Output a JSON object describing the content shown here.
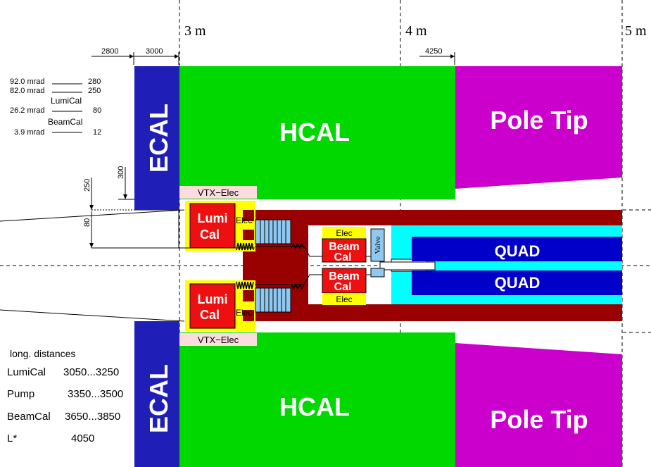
{
  "scale": {
    "m3": "3 m",
    "m4": "4 m",
    "m5": "5 m"
  },
  "dims": {
    "d2800": "2800",
    "d3000": "3000",
    "d4250": "4250",
    "d300": "300",
    "d250": "250",
    "d80": "80"
  },
  "angles": {
    "a1_mrad": "92.0 mrad",
    "a1_val": "280",
    "a2_mrad": "82.0 mrad",
    "a2_val": "250",
    "lumical": "LumiCal",
    "a3_mrad": "26.2 mrad",
    "a3_val": "80",
    "beamcal": "BeamCal",
    "a4_mrad": "3.9 mrad",
    "a4_val": "12"
  },
  "blocks": {
    "ecal": "ECAL",
    "hcal": "HCAL",
    "pole_tip": "Pole Tip",
    "vtx_elec": "VTX−Elec",
    "lumi": "Lumi",
    "cal": "Cal",
    "elec": "Elec",
    "beam": "Beam",
    "valve": "Valve",
    "quad": "QUAD"
  },
  "distances": {
    "title": "long. distances",
    "rows": [
      {
        "label": "LumiCal",
        "value": "3050...3250"
      },
      {
        "label": "Pump",
        "value": "3350...3500"
      },
      {
        "label": "BeamCal",
        "value": "3650...3850"
      },
      {
        "label": "L*",
        "value": "4050"
      }
    ]
  },
  "colors": {
    "ecal": "#1f1fb8",
    "hcal": "#00d800",
    "pole_tip": "#cc00cc",
    "lumical": "#ee1010",
    "elec": "#ffff00",
    "vtx": "#fcdcdc",
    "tube": "#990000",
    "quad": "#0000c8",
    "cyan": "#00ffff",
    "pump": "#8fc8f0"
  }
}
